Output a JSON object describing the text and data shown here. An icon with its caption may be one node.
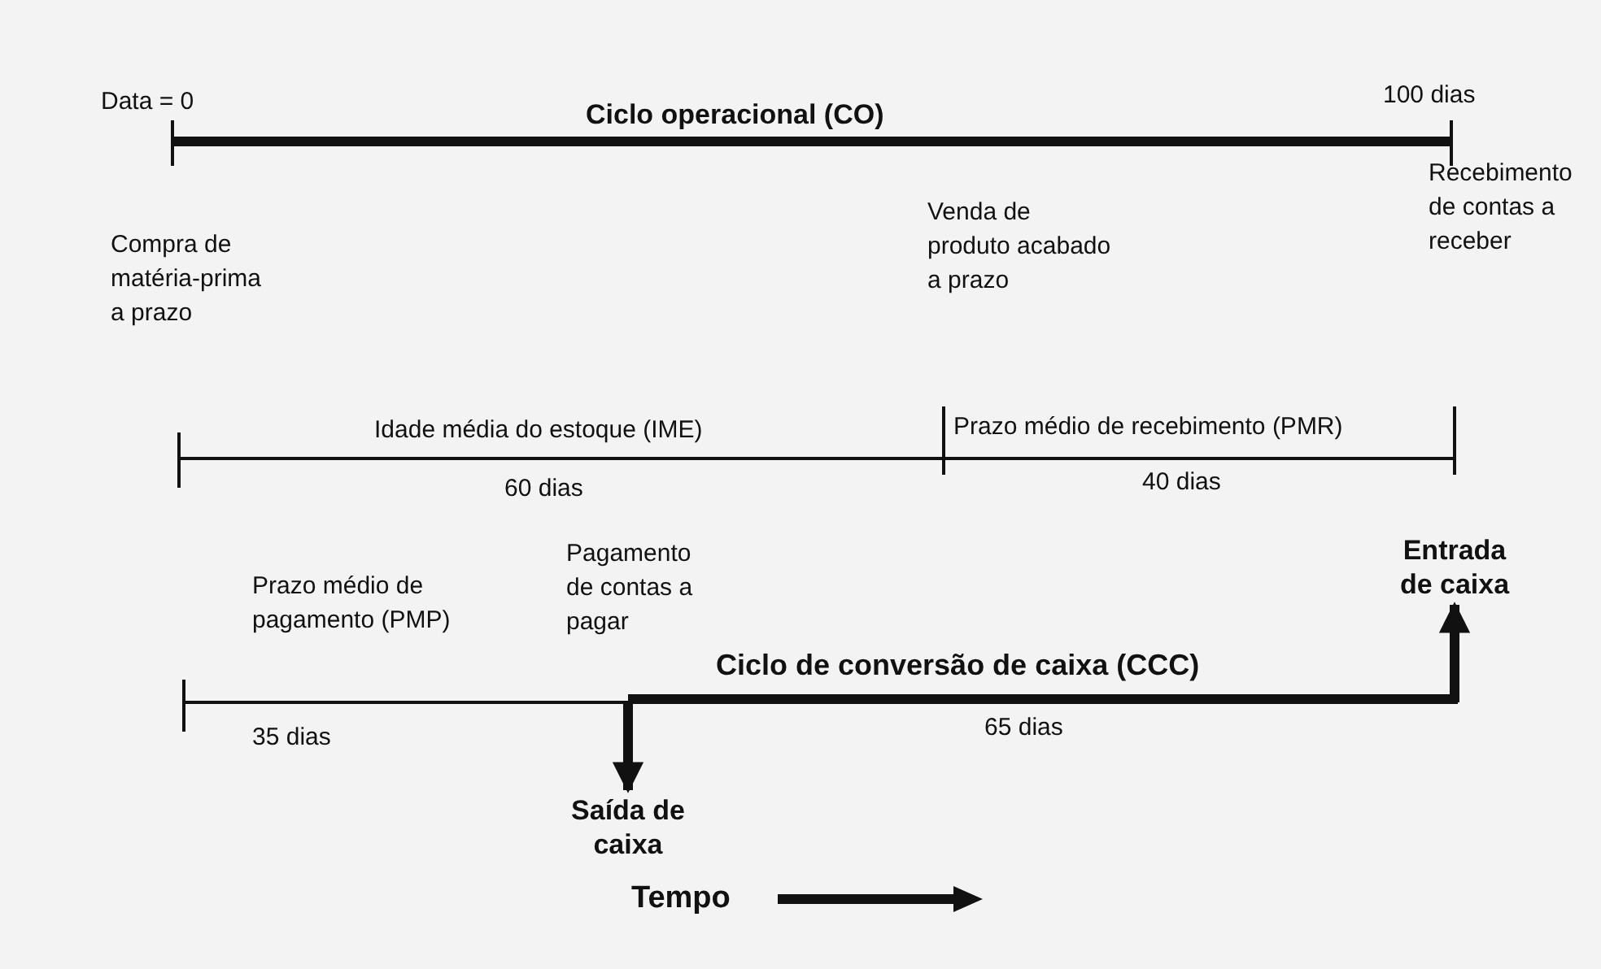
{
  "diagram": {
    "nodes": [
      {
        "text": [
          "Saída de caixa"
        ]
      },
      {
        "text": [
          "Entrada de caixa"
        ]
      }
    ],
    "edges": [
      {
        "from": null,
        "to": 0,
        "arrow": "to"
      },
      {
        "from": null,
        "to": 1,
        "arrow": "to"
      }
    ],
    "labels": [
      "Data = 0",
      "100 dias",
      "Ciclo operacional (CO)",
      "Compra de matéria-prima a prazo",
      "Venda de produto acabado a prazo",
      "Recebimento de contas a receber",
      "Idade média do estoque (IME)",
      "Prazo médio de recebimento (PMR)",
      "60 dias",
      "40 dias",
      "Prazo médio de pagamento (PMP)",
      "Pagamento de contas a pagar",
      "Ciclo de conversão de caixa (CCC)",
      "35 dias",
      "65 dias",
      "Tempo"
    ]
  }
}
